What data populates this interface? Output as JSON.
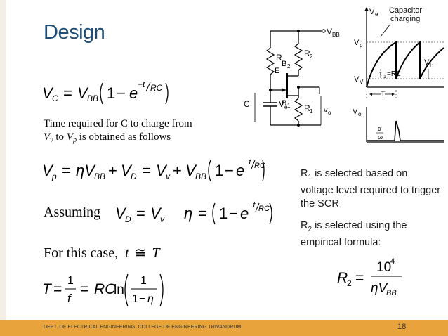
{
  "slide": {
    "title": "Design",
    "page_number": "18",
    "footer": "DEPT. OF ELECTRICAL ENGINEERING, COLLEGE OF ENGINEERING TRIVANDRUM"
  },
  "left": {
    "prose_line1": "Time required for C to charge from",
    "prose_line2_tail": "is obtained as follows",
    "assuming": "Assuming",
    "for_this_case": "For this case,"
  },
  "right_notes": {
    "r1_text": "is selected based on voltage level required to trigger the SCR",
    "r2_text": "is selected using the empirical formula:"
  },
  "circuit": {
    "labels": {
      "vbb": "V",
      "vbb_sub": "BB",
      "r": "R",
      "r2": "R",
      "r2_sub": "2",
      "e": "E",
      "b2": "B",
      "b2_sub": "2",
      "b1": "B",
      "b1_sub": "1",
      "c": "C",
      "ve": "V",
      "ve_sub": "e",
      "r1": "R",
      "r1_sub": "1",
      "vo": "v",
      "vo_sub": "o"
    }
  },
  "waveform": {
    "labels": {
      "ve_axis": "V",
      "ve_axis_sub": "e",
      "cap_line1": "Capacitor",
      "cap_line2": "charging",
      "vp_left": "V",
      "vp_left_sub": "p",
      "vp_right": "V",
      "vp_right_sub": "P",
      "tau": "τ",
      "tau_sub": "1",
      "tau_eq": "=RC",
      "vv": "V",
      "vv_sub": "V",
      "t_period": "T",
      "vo_axis": "V",
      "vo_axis_sub": "o",
      "alpha": "α",
      "omega": "ω"
    }
  }
}
